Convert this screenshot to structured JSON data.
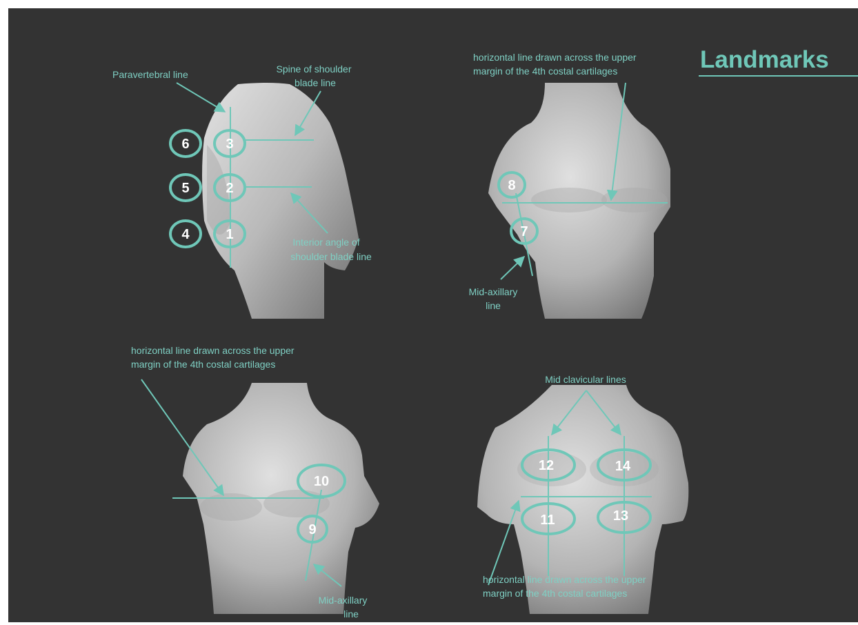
{
  "title": "Landmarks",
  "colors": {
    "accent": "#6fc7b8",
    "background": "#333333",
    "label_text": "#7fd0c4",
    "number_text": "#ffffff"
  },
  "panel_back": {
    "labels": {
      "paravertebral": "Paravertebral line",
      "spine_1": "Spine of shoulder",
      "spine_2": "blade line",
      "interior_1": "Interior angle of",
      "interior_2": "shoulder blade line"
    },
    "points": [
      "1",
      "2",
      "3",
      "4",
      "5",
      "6"
    ]
  },
  "panel_side": {
    "labels": {
      "top_1": "horizontal line drawn across the upper",
      "top_2": "margin of the 4th costal cartilages",
      "axillary_1": "Mid-axillary",
      "axillary_2": "line"
    },
    "points": [
      "7",
      "8"
    ]
  },
  "panel_front_left": {
    "labels": {
      "top_1": "horizontal line drawn across the upper",
      "top_2": "margin of the 4th costal cartilages",
      "axillary_1": "Mid-axillary",
      "axillary_2": "line"
    },
    "points": [
      "9",
      "10"
    ]
  },
  "panel_front_right": {
    "labels": {
      "clavicular": "Mid clavicular lines",
      "bottom_1": "horizontal line drawn across the upper",
      "bottom_2": "margin of the 4th costal cartilages"
    },
    "points": [
      "11",
      "12",
      "13",
      "14"
    ]
  }
}
